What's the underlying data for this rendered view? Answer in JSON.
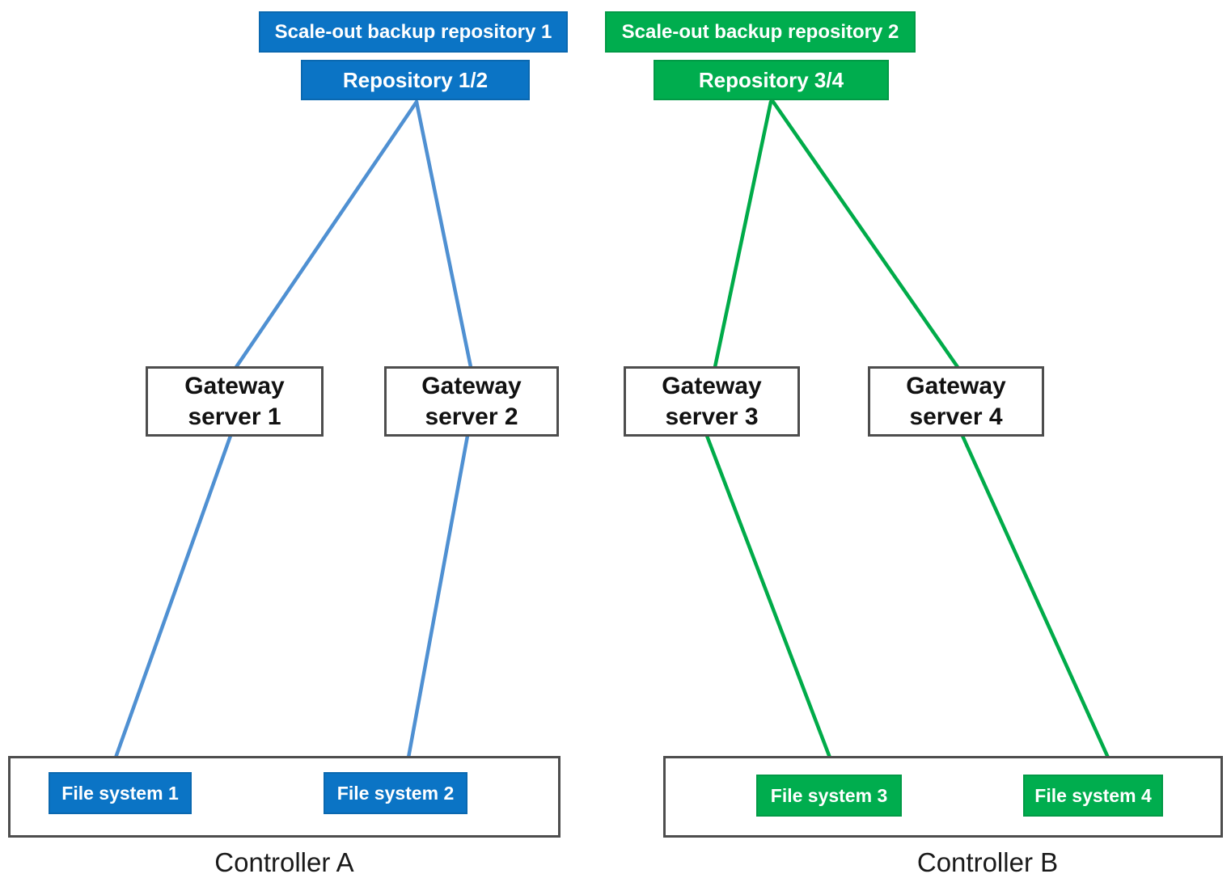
{
  "colors": {
    "blue": "#0b74c5",
    "green": "#00ad4e",
    "blue_line": "#4f90d2",
    "green_line": "#00ab49",
    "box_border": "#4d4d4d",
    "background": "#ffffff"
  },
  "scale_out_1": {
    "title": "Scale-out backup repository 1",
    "repository": "Repository 1/2"
  },
  "scale_out_2": {
    "title": "Scale-out backup repository 2",
    "repository": "Repository 3/4"
  },
  "gateways": {
    "gw1": "Gateway\nserver 1",
    "gw2": "Gateway\nserver 2",
    "gw3": "Gateway\nserver 3",
    "gw4": "Gateway\nserver 4"
  },
  "controller_a": {
    "label": "Controller A",
    "file_systems": [
      "File system 1",
      "File system 2"
    ]
  },
  "controller_b": {
    "label": "Controller B",
    "file_systems": [
      "File system 3",
      "File system 4"
    ]
  },
  "edges": [
    {
      "from": "Repository 1/2",
      "to": "Gateway server 1"
    },
    {
      "from": "Repository 1/2",
      "to": "Gateway server 2"
    },
    {
      "from": "Gateway server 1",
      "to": "File system 1"
    },
    {
      "from": "Gateway server 2",
      "to": "File system 2"
    },
    {
      "from": "Repository 3/4",
      "to": "Gateway server 3"
    },
    {
      "from": "Repository 3/4",
      "to": "Gateway server 4"
    },
    {
      "from": "Gateway server 3",
      "to": "File system 3"
    },
    {
      "from": "Gateway server 4",
      "to": "File system 4"
    }
  ]
}
